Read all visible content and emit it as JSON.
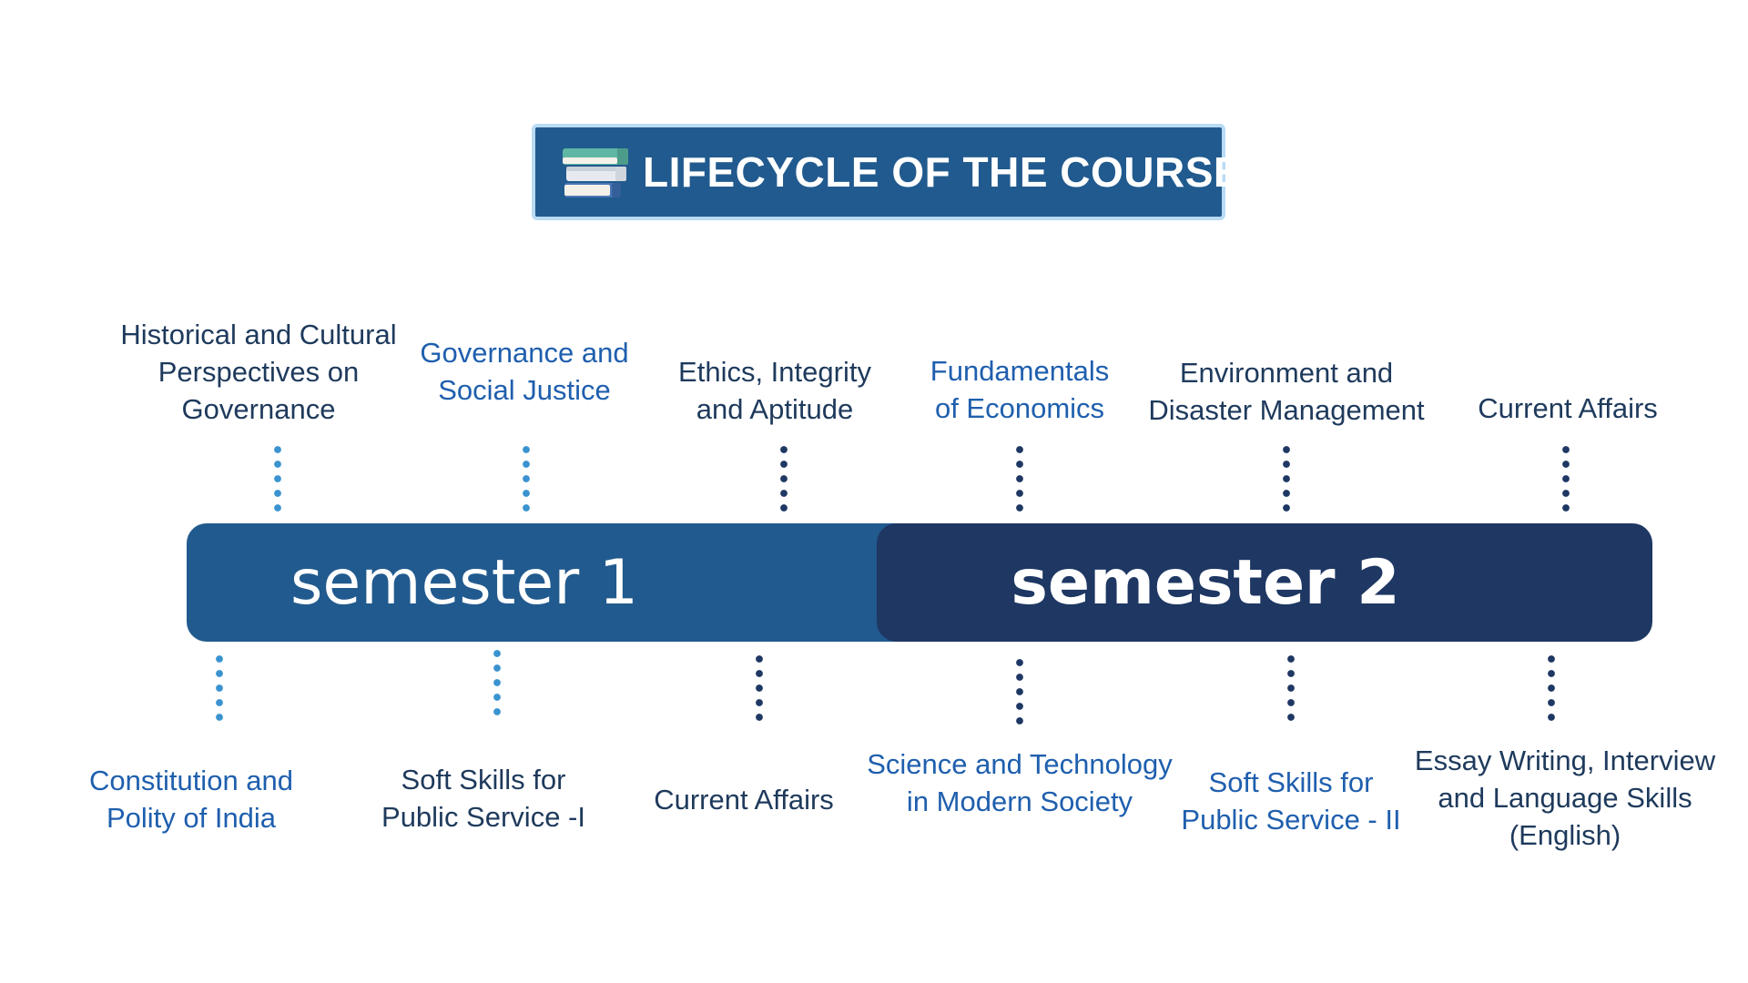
{
  "header": {
    "title": "LIFECYCLE OF THE COURSE",
    "icon": "books-icon"
  },
  "colors": {
    "header_bg": "#215a8e",
    "header_border": "#b9dbf5",
    "semester1_bar": "#215a8e",
    "semester2_bar": "#1e3763",
    "text_dark": "#1e3a5c",
    "text_blue": "#1f5fae",
    "dots_light": "#3a93d0",
    "dots_dark": "#1e3763"
  },
  "semesters": [
    {
      "label": "semester 1",
      "top_subjects": [
        {
          "lines": [
            "Historical and Cultural",
            "Perspectives on",
            "Governance"
          ],
          "color": "dark"
        },
        {
          "lines": [
            "Governance and",
            "Social Justice"
          ],
          "color": "blue"
        },
        {
          "lines": [
            "Ethics, Integrity",
            "and Aptitude"
          ],
          "color": "dark"
        }
      ],
      "bottom_subjects": [
        {
          "lines": [
            "Constitution and",
            "Polity of India"
          ],
          "color": "blue"
        },
        {
          "lines": [
            "Soft Skills for",
            "Public Service -I"
          ],
          "color": "dark"
        },
        {
          "lines": [
            "Current Affairs"
          ],
          "color": "dark"
        }
      ]
    },
    {
      "label": "semester 2",
      "top_subjects": [
        {
          "lines": [
            "Fundamentals",
            "of Economics"
          ],
          "color": "blue"
        },
        {
          "lines": [
            "Environment and",
            "Disaster Management"
          ],
          "color": "dark"
        },
        {
          "lines": [
            "Current Affairs"
          ],
          "color": "dark"
        }
      ],
      "bottom_subjects": [
        {
          "lines": [
            "Science and Technology",
            "in Modern Society"
          ],
          "color": "blue"
        },
        {
          "lines": [
            "Soft Skills for",
            "Public Service - II"
          ],
          "color": "blue"
        },
        {
          "lines": [
            "Essay Writing, Interview",
            "and Language Skills",
            "(English)"
          ],
          "color": "dark"
        }
      ]
    }
  ]
}
